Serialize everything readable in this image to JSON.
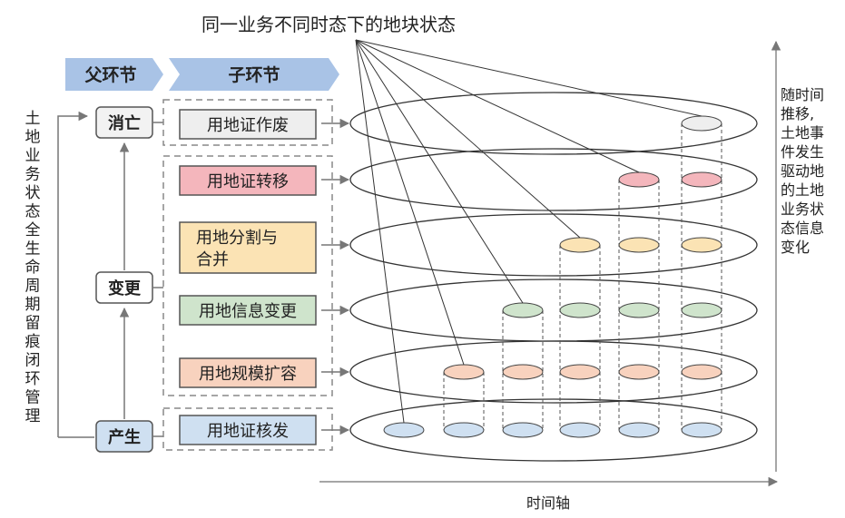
{
  "title": "同一业务不同时态下的地块状态",
  "headers": {
    "parent": "父环节",
    "child": "子环节"
  },
  "left_vertical_label": [
    "土",
    "地",
    "业",
    "务",
    "状",
    "态",
    "全",
    "生",
    "命",
    "周",
    "期",
    "留",
    "痕",
    "闭",
    "环",
    "管",
    "理"
  ],
  "parent_stages": [
    {
      "label": "消亡"
    },
    {
      "label": "变更"
    },
    {
      "label": "产生"
    }
  ],
  "child_stages": [
    {
      "lines": [
        "用地证作废"
      ],
      "color": "#eeeeee"
    },
    {
      "lines": [
        "用地证转移"
      ],
      "color": "#f4b6bc"
    },
    {
      "lines": [
        "用地分割与",
        "合并"
      ],
      "color": "#fbe3b4"
    },
    {
      "lines": [
        "用地信息变更"
      ],
      "color": "#cfe4cc"
    },
    {
      "lines": [
        "用地规模扩容"
      ],
      "color": "#f8d2be"
    },
    {
      "lines": [
        "用地证核发"
      ],
      "color": "#cfe0f1"
    }
  ],
  "right_vertical_label": [
    "随时间",
    "推移,",
    "土地事",
    "件发生",
    "驱动地",
    "的土地",
    "业务状",
    "态信息",
    "变化"
  ],
  "x_axis_label": "时间轴",
  "colors": {
    "header_blue": "#a9c3e6",
    "stroke": "#555555",
    "line": "#666666"
  }
}
